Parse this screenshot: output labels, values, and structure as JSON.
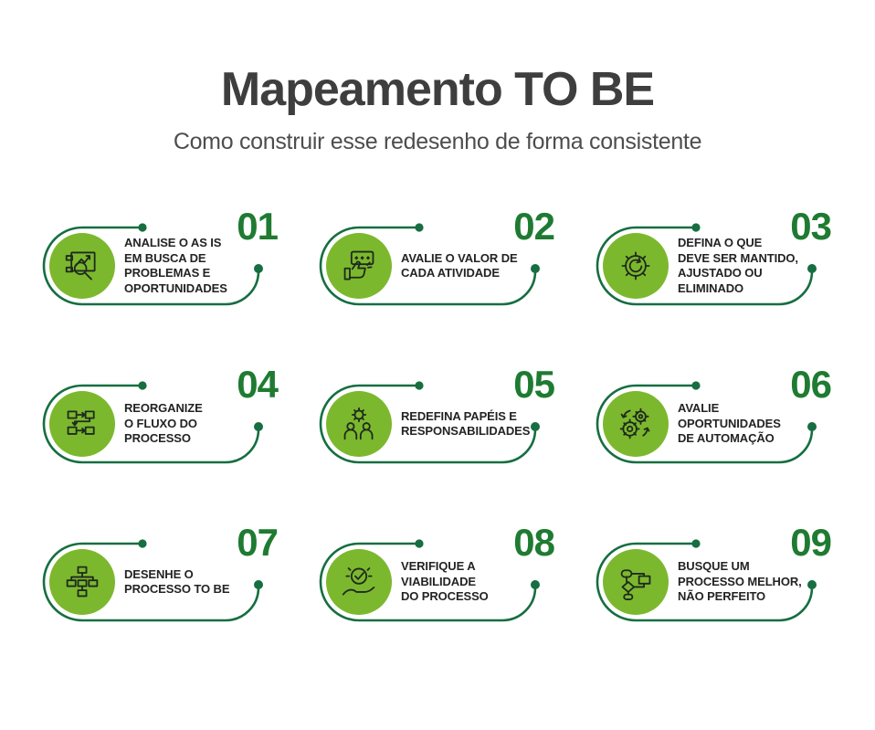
{
  "colors": {
    "title_gray": "#3e3e3e",
    "subtitle_gray": "#4d4d4d",
    "text_dark": "#232323",
    "circle_green": "#7cb82e",
    "line_green": "#166e41",
    "number_green": "#1e7b31",
    "icon_dark": "#1e2a1e"
  },
  "header": {
    "title": "Mapeamento TO BE",
    "subtitle": "Como construir esse redesenho de forma consistente"
  },
  "steps": [
    {
      "number": "01",
      "icon": "as-is-analysis-icon",
      "label_lines": [
        "ANALISE O AS IS",
        "EM BUSCA DE",
        "PROBLEMAS E",
        "OPORTUNIDADES"
      ]
    },
    {
      "number": "02",
      "icon": "activity-value-icon",
      "label_lines": [
        "AVALIE O VALOR DE",
        "CADA ATIVIDADE"
      ]
    },
    {
      "number": "03",
      "icon": "keep-adjust-eliminate-icon",
      "label_lines": [
        "DEFINA O QUE",
        "DEVE SER MANTIDO,",
        "AJUSTADO OU",
        "ELIMINADO"
      ]
    },
    {
      "number": "04",
      "icon": "process-flow-icon",
      "label_lines": [
        "REORGANIZE",
        "O FLUXO DO",
        "PROCESSO"
      ]
    },
    {
      "number": "05",
      "icon": "roles-responsibilities-icon",
      "label_lines": [
        "REDEFINA PAPÉIS E",
        "RESPONSABILIDADES"
      ]
    },
    {
      "number": "06",
      "icon": "automation-gears-icon",
      "label_lines": [
        "AVALIE",
        "OPORTUNIDADES",
        "DE AUTOMAÇÃO"
      ]
    },
    {
      "number": "07",
      "icon": "to-be-design-icon",
      "label_lines": [
        "DESENHE O",
        "PROCESSO TO BE"
      ]
    },
    {
      "number": "08",
      "icon": "viability-check-icon",
      "label_lines": [
        "VERIFIQUE A",
        "VIABILIDADE",
        "DO PROCESSO"
      ]
    },
    {
      "number": "09",
      "icon": "better-not-perfect-icon",
      "label_lines": [
        "BUSQUE UM",
        "PROCESSO MELHOR,",
        "NÃO PERFEITO"
      ]
    }
  ]
}
